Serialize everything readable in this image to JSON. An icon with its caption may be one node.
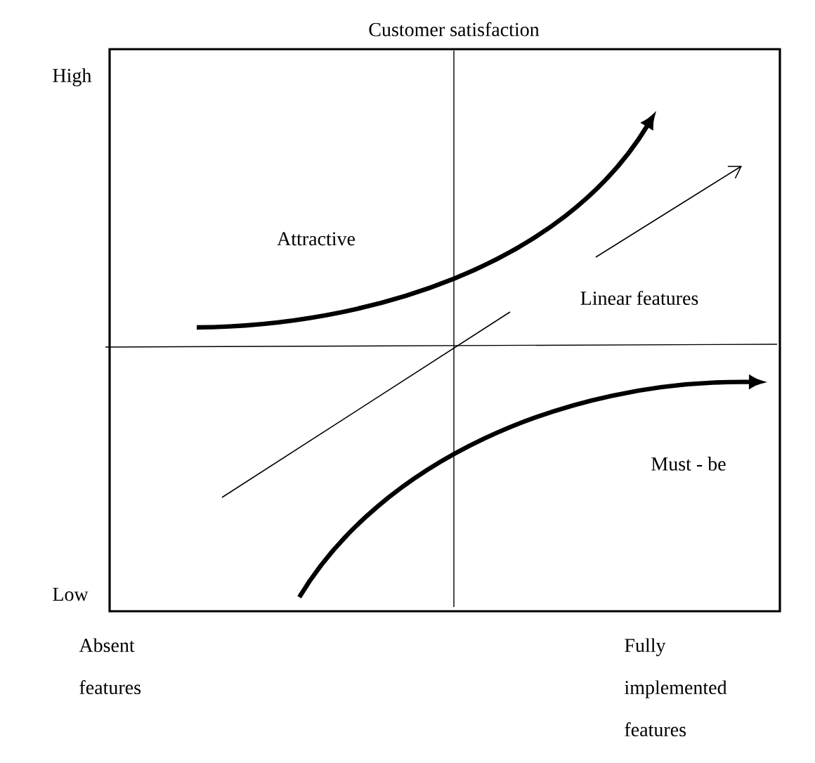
{
  "diagram": {
    "title": "Customer satisfaction",
    "labels": [
      "High",
      "Attractive",
      "Linear features",
      "Must - be",
      "Low",
      "Absent features",
      "Fully implemented features"
    ]
  }
}
